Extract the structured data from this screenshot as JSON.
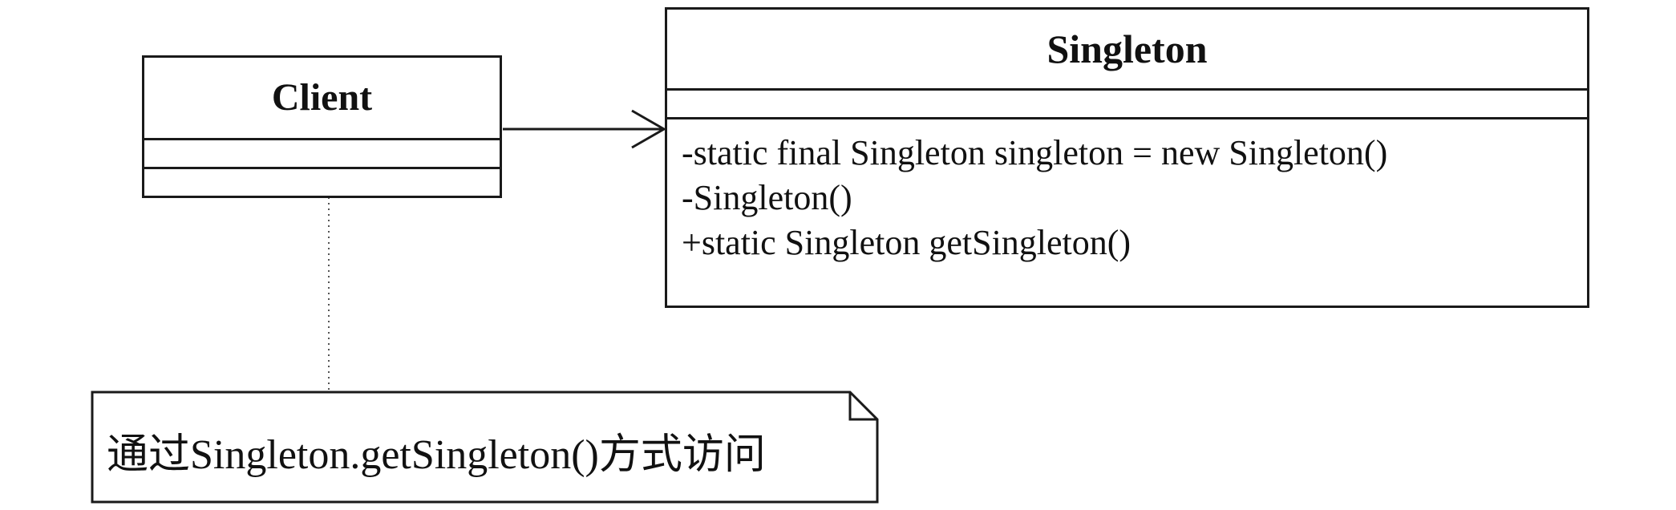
{
  "diagram": {
    "client": {
      "name": "Client",
      "attributes": [],
      "operations": []
    },
    "singleton": {
      "name": "Singleton",
      "attributes": [],
      "operations": [
        "-static final Singleton singleton = new Singleton()",
        "-Singleton()",
        "+static Singleton getSingleton()"
      ]
    },
    "note": {
      "text": "通过Singleton.getSingleton()方式访问"
    },
    "colors": {
      "line": "#1a1a1a",
      "background": "#ffffff",
      "text": "#111111"
    }
  }
}
